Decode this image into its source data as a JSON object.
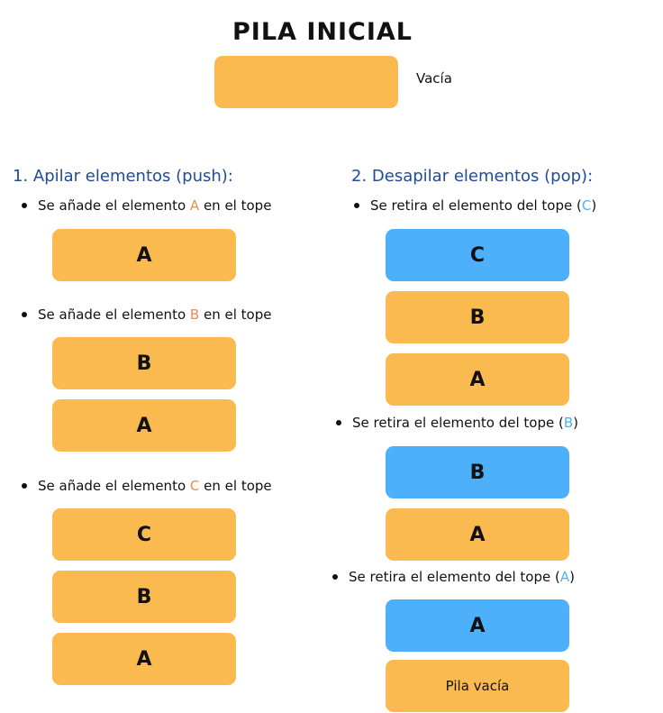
{
  "title": "PILA INICIAL",
  "initial": {
    "label": "Vacía"
  },
  "push": {
    "heading": "1. Apilar elementos (push):",
    "prefix": "Se añade el elemento",
    "suffix": "en el tope",
    "steps": [
      {
        "element": "A",
        "stack": [
          "A"
        ]
      },
      {
        "element": "B",
        "stack": [
          "B",
          "A"
        ]
      },
      {
        "element": "C",
        "stack": [
          "C",
          "B",
          "A"
        ]
      }
    ]
  },
  "pop": {
    "heading": "2. Desapilar elementos (pop):",
    "prefix": "Se retira el elemento del tope",
    "steps": [
      {
        "element": "C",
        "stack": [
          "C",
          "B",
          "A"
        ]
      },
      {
        "element": "B",
        "stack": [
          "B",
          "A"
        ]
      },
      {
        "element": "A",
        "stack": [
          "A"
        ],
        "empty_label": "Pila vacía"
      }
    ]
  },
  "colors": {
    "box": "#fbba4f",
    "highlight_box": "#4db0fb",
    "heading": "#1f4b99",
    "push_letter": "#f08a4b",
    "pop_letter": "#4db0fb"
  }
}
